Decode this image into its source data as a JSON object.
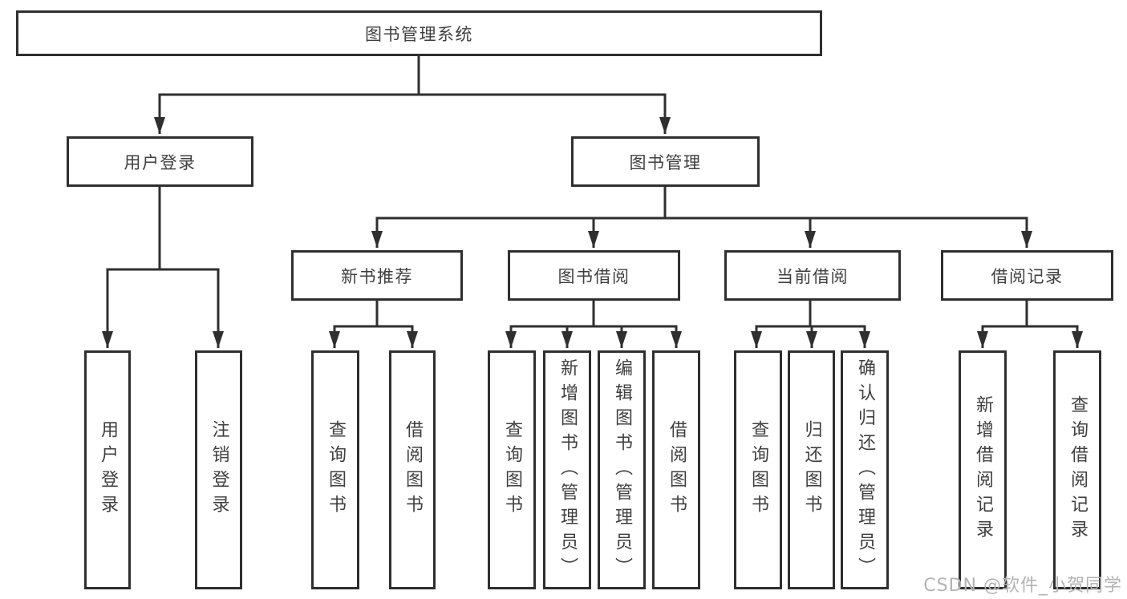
{
  "tree": {
    "label": "图书管理系统",
    "children": [
      {
        "label": "用户登录",
        "children": [
          {
            "label": "用户登录"
          },
          {
            "label": "注销登录"
          }
        ]
      },
      {
        "label": "图书管理",
        "children": [
          {
            "label": "新书推荐",
            "children": [
              {
                "label": "查询图书"
              },
              {
                "label": "借阅图书"
              }
            ]
          },
          {
            "label": "图书借阅",
            "children": [
              {
                "label": "查询图书"
              },
              {
                "label": "新增图书（管理员）"
              },
              {
                "label": "编辑图书（管理员）"
              },
              {
                "label": "借阅图书"
              }
            ]
          },
          {
            "label": "当前借阅",
            "children": [
              {
                "label": "查询图书"
              },
              {
                "label": "归还图书"
              },
              {
                "label": "确认归还（管理员）"
              }
            ]
          },
          {
            "label": "借阅记录",
            "children": [
              {
                "label": "新增借阅记录"
              },
              {
                "label": "查询借阅记录"
              }
            ]
          }
        ]
      }
    ]
  },
  "watermark": {
    "text": "CSDN @软件_小贺同学"
  },
  "colors": {
    "line": "#2f2f2f",
    "box_border": "#2f2f2f",
    "text": "#3f3f3f",
    "watermark": "#b3b3b3",
    "background": "#ffffff"
  }
}
